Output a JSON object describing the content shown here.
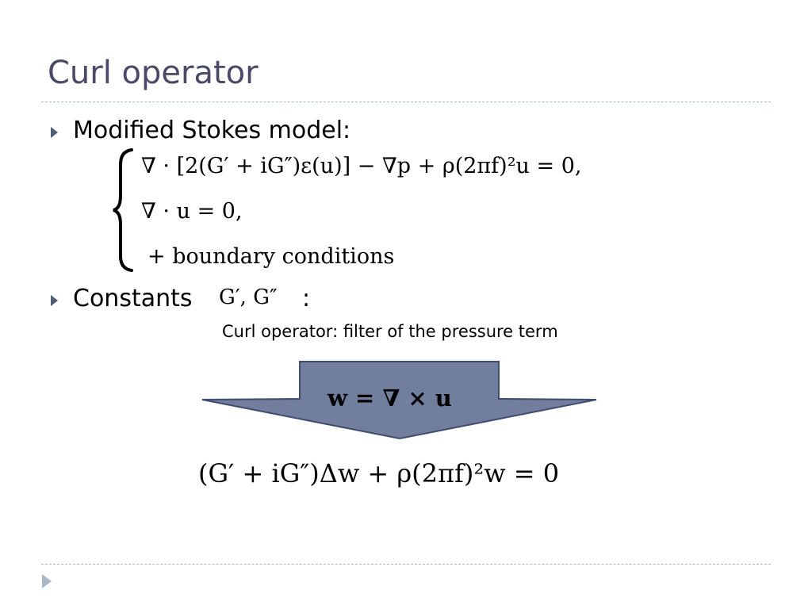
{
  "slide": {
    "title": "Curl operator",
    "bullet1_label": "Modified Stokes model:",
    "bullet2_label": "Constants",
    "bullet2_colon": ":",
    "caption": "Curl operator: filter of the pressure term"
  },
  "equations": {
    "eq_line1": "∇ · [2(G′ + iG″)ε(u)] − ∇p + ρ(2πf)²u = 0,",
    "eq_line2": "∇ · u = 0,",
    "eq_line3": "+ boundary conditions",
    "constants": "G′, G″",
    "curl_def": "w = ∇ × u",
    "result": "(G′ + iG″)Δw + ρ(2πf)²w = 0"
  },
  "colors": {
    "title": "#4a4a68",
    "arrow_fill": "#717e9d",
    "arrow_stroke": "#3f4d6e",
    "rule": "#a9b7c6"
  }
}
